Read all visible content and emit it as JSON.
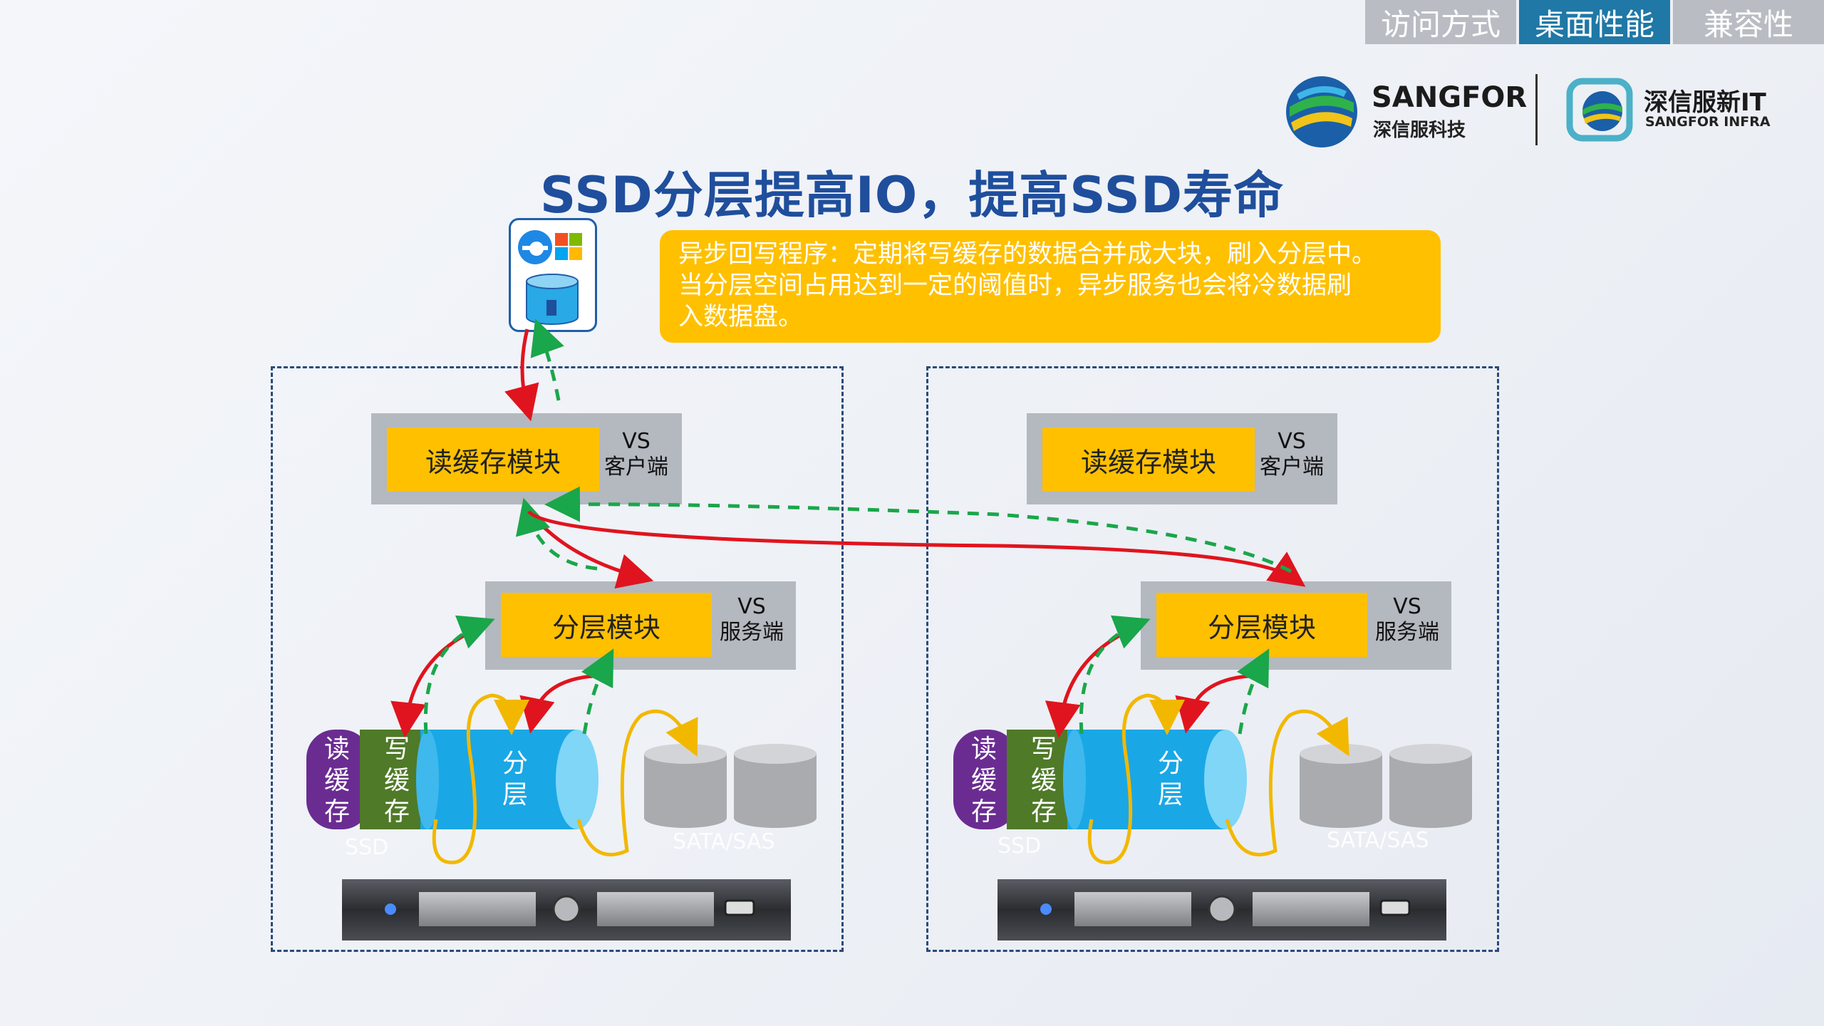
{
  "tabs": [
    "访问方式",
    "桌面性能",
    "兼容性"
  ],
  "active_tab": "桌面性能",
  "logos": {
    "sangfor_name": "SANGFOR",
    "sangfor_sub": "深信服科技",
    "infra_name": "深信服新IT",
    "infra_sub": "SANGFOR INFRA"
  },
  "title": "SSD分层提高IO，提高SSD寿命",
  "note_lines": [
    "异步回写程序：定期将写缓存的数据合并成大块，刷入分层中。",
    "当分层空间占用达到一定的阈值时，异步服务也会将冷数据刷",
    "入数据盘。"
  ],
  "left_node": {
    "read_cache": "读缓存模块",
    "client_vs": "VS",
    "client_role": "客户端",
    "tier": "分层模块",
    "server_vs": "VS",
    "server_role": "服务端",
    "seg_read": [
      "读",
      "缓",
      "存"
    ],
    "seg_write": [
      "写",
      "缓",
      "存"
    ],
    "seg_tier": [
      "分",
      "层"
    ],
    "ssd_label": "SSD",
    "sata_label": "SATA/SAS"
  },
  "right_node": {
    "read_cache": "读缓存模块",
    "client_vs": "VS",
    "client_role": "客户端",
    "tier": "分层模块",
    "server_vs": "VS",
    "server_role": "服务端",
    "seg_read": [
      "读",
      "缓",
      "存"
    ],
    "seg_write": [
      "写",
      "缓",
      "存"
    ],
    "seg_tier": [
      "分",
      "层"
    ],
    "ssd_label": "SSD",
    "sata_label": "SATA/SAS"
  },
  "colors": {
    "accent_tab": "#1f78a6",
    "title": "#1f4e9c",
    "highlight": "#ffc000",
    "read_arrow": "#e0141e",
    "write_arrow": "#1aa64a",
    "read_cache_seg": "#6a2c91",
    "write_cache_seg": "#4f7a28",
    "tier_seg": "#1aa7e6"
  }
}
